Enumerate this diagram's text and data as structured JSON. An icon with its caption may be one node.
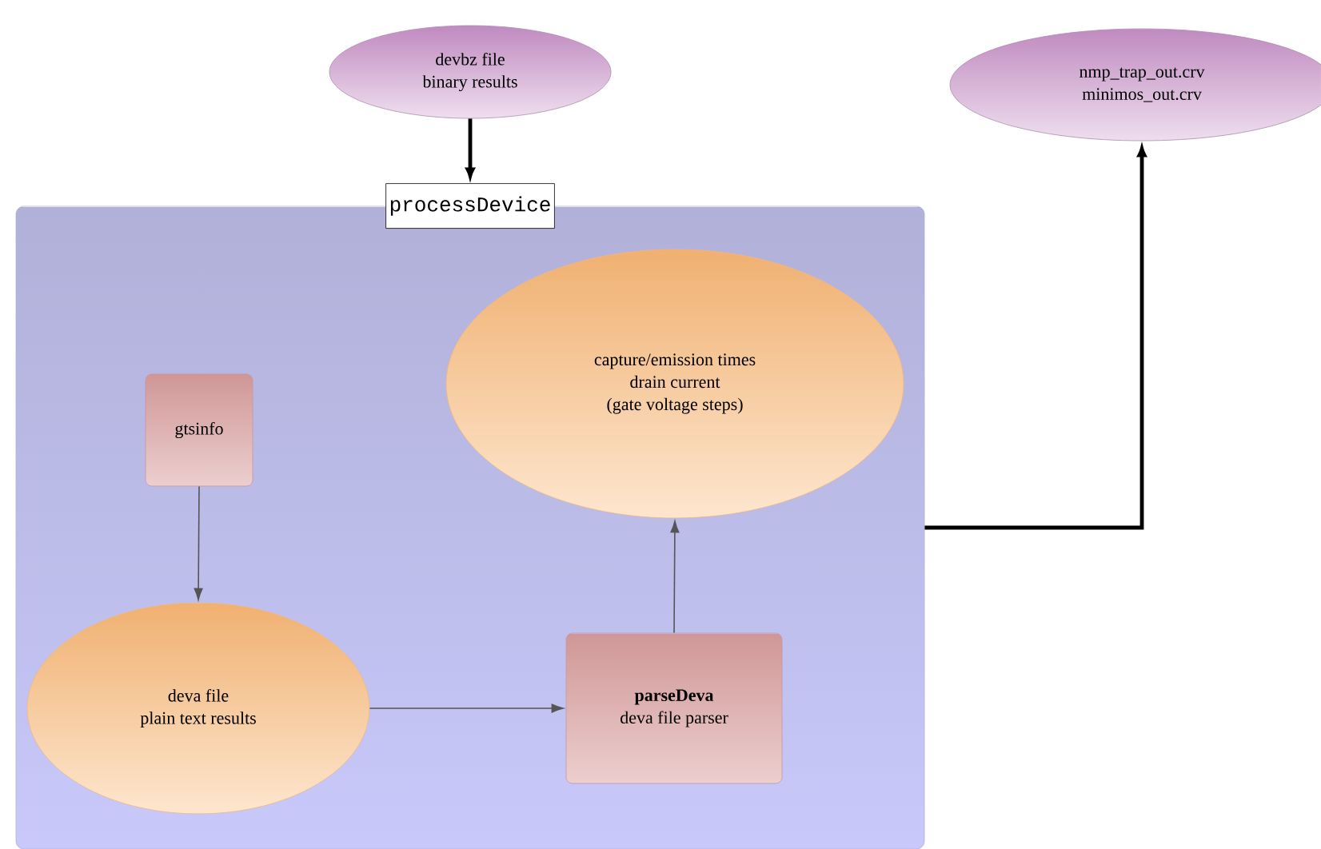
{
  "diagram": {
    "nodes": [
      {
        "text": [
          "devbz file",
          "binary results"
        ]
      },
      {
        "text": [
          "nmp_trap_out.crv",
          "minimos_out.crv"
        ]
      },
      {
        "text": [
          "processDevice"
        ]
      },
      {
        "text": [
          "gtsinfo"
        ],
        "in": 2
      },
      {
        "text": [
          "capture/emission times",
          "drain current",
          "(gate voltage steps)"
        ],
        "in": 2
      },
      {
        "text": [
          "deva file",
          "plain text results"
        ],
        "in": 2
      },
      {
        "text": [
          "parseDeva",
          "deva file parser"
        ],
        "in": 2
      }
    ],
    "edges": [
      {
        "from": 0,
        "to": 2,
        "arrow": "to",
        "style": "thick",
        "color": "#000000"
      },
      {
        "from": 2,
        "to": 1,
        "arrow": "to",
        "style": "thick",
        "color": "#000000"
      },
      {
        "from": 3,
        "to": 5,
        "arrow": "to"
      },
      {
        "from": 5,
        "to": 6,
        "arrow": "to"
      },
      {
        "from": 6,
        "to": 4,
        "arrow": "to"
      }
    ]
  }
}
